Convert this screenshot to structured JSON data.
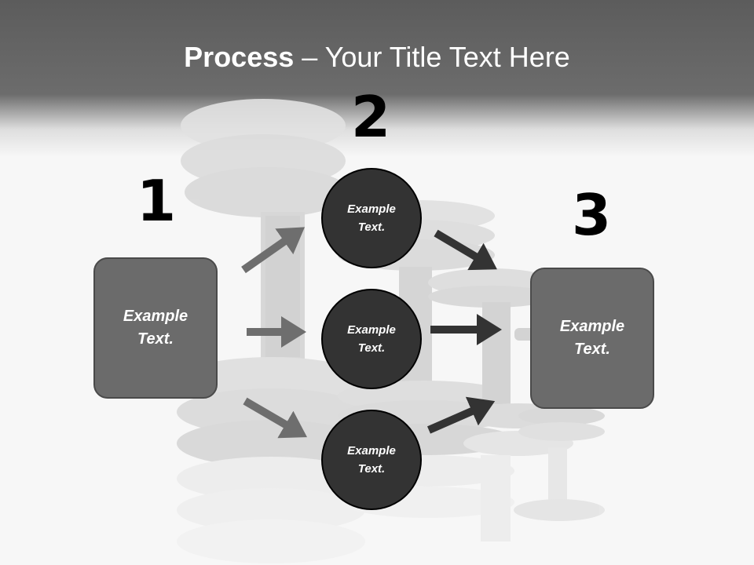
{
  "title": {
    "bold": "Process",
    "rest": " – Your Title Text Here"
  },
  "steps": [
    {
      "number": "1",
      "text_line1": "Example",
      "text_line2": "Text."
    },
    {
      "number": "2"
    },
    {
      "number": "3",
      "text_line1": "Example",
      "text_line2": "Text."
    }
  ],
  "circles": [
    {
      "text_line1": "Example",
      "text_line2": "Text."
    },
    {
      "text_line1": "Example",
      "text_line2": "Text."
    },
    {
      "text_line1": "Example",
      "text_line2": "Text."
    }
  ],
  "colors": {
    "header": "#5c5c5c",
    "box_fill": "#6b6b6b",
    "circle_fill": "#333333",
    "arrow_light": "#6e6e6e",
    "arrow_dark": "#333333"
  }
}
